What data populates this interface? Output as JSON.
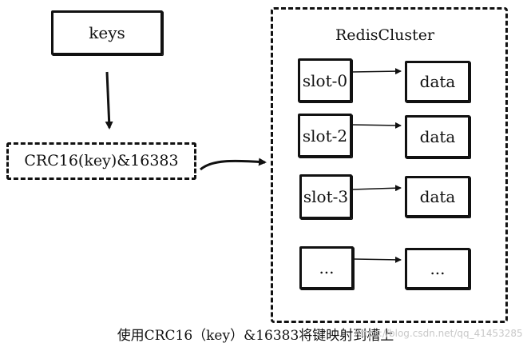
{
  "keys_label": "keys",
  "hash_label": "CRC16(key)&16383",
  "cluster": {
    "title": "RedisCluster",
    "rows": [
      {
        "slot": "slot-0",
        "data": "data"
      },
      {
        "slot": "slot-2",
        "data": "data"
      },
      {
        "slot": "slot-3",
        "data": "data"
      },
      {
        "slot": "...",
        "data": "..."
      }
    ]
  },
  "caption": "使用CRC16（key）&16383将键映射到槽上",
  "watermark": "https://blog.csdn.net/qq_41453285"
}
